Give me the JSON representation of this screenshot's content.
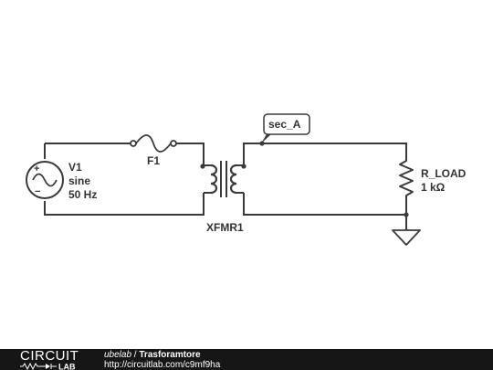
{
  "schematic": {
    "v1": {
      "name": "V1",
      "type": "sine",
      "freq": "50 Hz"
    },
    "fuse": {
      "name": "F1"
    },
    "transformer": {
      "name": "XFMR1"
    },
    "net_label": "sec_A",
    "load": {
      "name": "R_LOAD",
      "value": "1 kΩ"
    }
  },
  "footer": {
    "logo_top": "CIRCUIT",
    "logo_bottom": "LAB",
    "user": "ubelab",
    "separator": " / ",
    "title": "Trasforamtore",
    "url": "http://circuitlab.com/c9mf9ha"
  }
}
